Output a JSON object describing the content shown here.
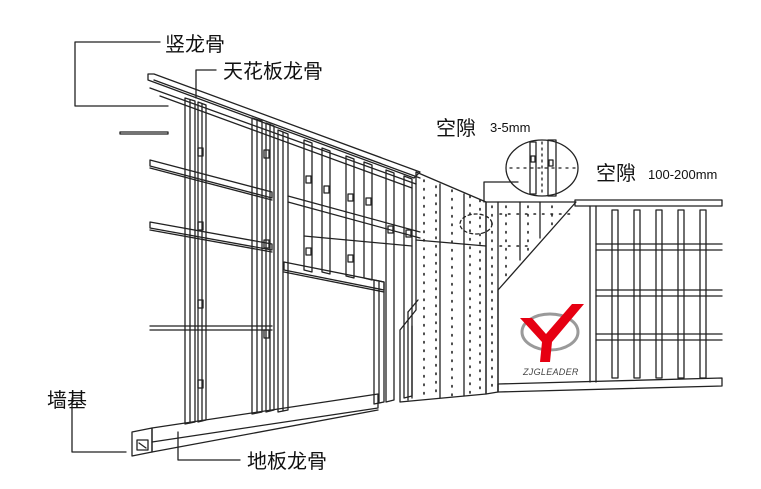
{
  "labels": {
    "vertical_keel": "竖龙骨",
    "ceiling_keel": "天花板龙骨",
    "gap_small": "空隙",
    "gap_small_dim": "3-5mm",
    "gap_large": "空隙",
    "gap_large_dim": "100-200mm",
    "wall_base": "墙基",
    "floor_keel": "地板龙骨"
  },
  "brand": {
    "name": "ZJGLEADER",
    "colors": {
      "red": "#e60012",
      "gray": "#9a9a9a"
    }
  },
  "colors": {
    "line": "#222222",
    "background": "#ffffff"
  }
}
